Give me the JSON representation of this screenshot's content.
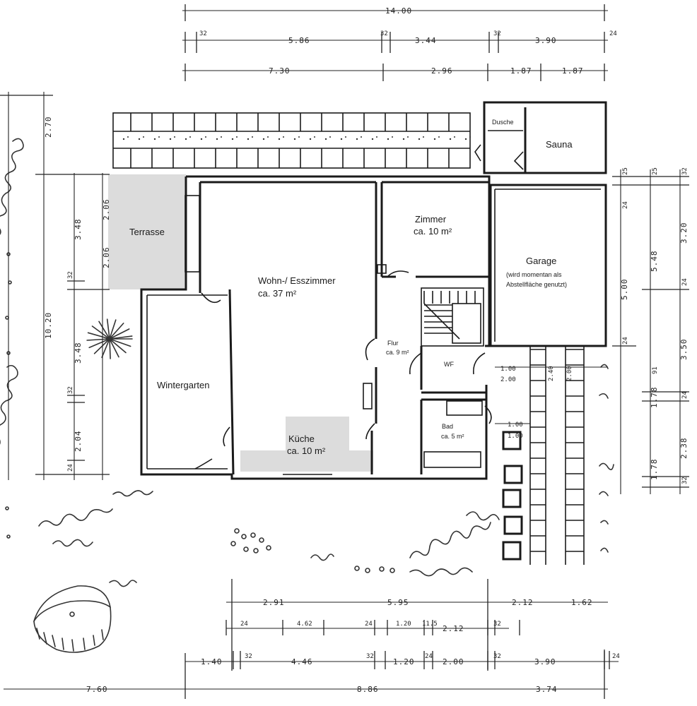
{
  "rooms": {
    "dusche": "Dusche",
    "sauna": "Sauna",
    "terrasse": "Terrasse",
    "zimmer_name": "Zimmer",
    "zimmer_area": "ca. 10 m²",
    "wohn_name": "Wohn-/ Esszimmer",
    "wohn_area": "ca. 37 m²",
    "garage_name": "Garage",
    "garage_note1": "(wird momentan als",
    "garage_note2": "Abstellfläche genutzt)",
    "flur_name": "Flur",
    "flur_area": "ca. 9 m²",
    "wf": "WF",
    "wintergarten": "Wintergarten",
    "kueche_name": "Küche",
    "kueche_area": "ca. 10 m²",
    "bad_name": "Bad",
    "bad_area": "ca. 5 m²"
  },
  "dims_top": {
    "total": "14.00",
    "row2": [
      "32",
      "5.86",
      "32",
      "3.44",
      "32",
      "3.90",
      "24"
    ],
    "row3": [
      "7.30",
      "2.96",
      "1.87",
      "1.87"
    ]
  },
  "dims_left": {
    "outer_top": "2.70",
    "total": "10.20",
    "a": "3.48",
    "b": "2.06",
    "c": "2.06",
    "d": "32",
    "e": "3.48",
    "f": "32",
    "g": "2.04",
    "h": "24"
  },
  "dims_right": {
    "r1": "25",
    "r2": "25",
    "r3": "32",
    "r4": "24",
    "r5": "3.20",
    "r6": "5.48",
    "r7": "5.00",
    "r8": "24",
    "r9": "24",
    "r10": "3.50",
    "r11": "1.78",
    "r12": "91",
    "r13": "24",
    "r14": "1.78",
    "r15": "2.38",
    "r16": "32"
  },
  "dims_mid": {
    "m1": "1.00",
    "m2": "2.00",
    "m3": "2.40",
    "m4": "2.00",
    "m5": "1.00",
    "m6": "1.00"
  },
  "dims_bottom": {
    "row1": [
      "2.91",
      "5.95",
      "2.12",
      "1.62"
    ],
    "row2": [
      "24",
      "4.62",
      "24",
      "1.20",
      "11.5",
      "2.12",
      "32"
    ],
    "row3": [
      "1.40",
      "32",
      "4.46",
      "32",
      "1.20",
      "24",
      "2.00",
      "32",
      "3.90",
      "24"
    ],
    "row4": [
      "7.60",
      "8.86",
      "3.74"
    ]
  }
}
